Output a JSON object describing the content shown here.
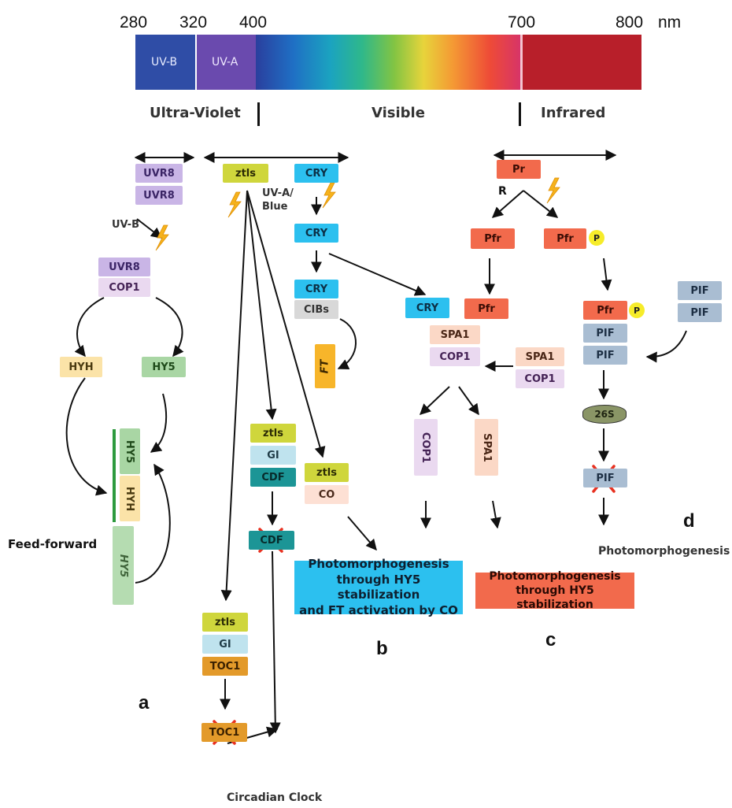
{
  "spectrum": {
    "wavelengths": [
      "280",
      "320",
      "400",
      "700",
      "800"
    ],
    "unit": "nm",
    "bands": {
      "uvb": "UV-B",
      "uva": "UV-A"
    },
    "regions": {
      "uv": "Ultra-Violet",
      "visible": "Visible",
      "infrared": "Infrared"
    }
  },
  "panel_a": {
    "label": "a",
    "uvr8_dimer": [
      "UVR8",
      "UVR8"
    ],
    "uvb_label": "UV-B",
    "complex": [
      "UVR8",
      "COP1"
    ],
    "hyh": "HYH",
    "hy5": "HY5",
    "stack": [
      "HY5",
      "HYH"
    ],
    "hy5_bottom": "HY5",
    "feed_forward": "Feed-forward"
  },
  "panel_b": {
    "label": "b",
    "ztls": "ztls",
    "cry": "CRY",
    "uva_blue": "UV-A/\nBlue",
    "cry_active": "CRY",
    "cry_cibs": [
      "CRY",
      "CIBs"
    ],
    "ft": "FT",
    "ztls_gi_cdf": [
      "ztls",
      "GI",
      "CDF"
    ],
    "ztls_co": [
      "ztls",
      "CO"
    ],
    "cdf_degraded": "CDF",
    "ztls_gi_toc1": [
      "ztls",
      "GI",
      "TOC1"
    ],
    "toc1_degraded": "TOC1",
    "circadian": "Circadian Clock",
    "cry_mid": "CRY",
    "outcome": "Photomorphogenesis\nthrough HY5 stabilization\nand FT activation by CO"
  },
  "panel_c": {
    "label": "c",
    "pfr_mid": "Pfr",
    "spa_cop": [
      "SPA1",
      "COP1"
    ],
    "spa_cop_side": [
      "SPA1",
      "COP1"
    ],
    "cop1": "COP1",
    "spa1": "SPA1",
    "outcome": "Photomorphogenesis\nthrough HY5 stabilization"
  },
  "panel_d": {
    "label": "d",
    "pr": "Pr",
    "r": "R",
    "pfr": "Pfr",
    "pfr_p": "Pfr",
    "p": "P",
    "pfr_p_complex": "Pfr",
    "pif_pair": [
      "PIF",
      "PIF"
    ],
    "pif_side": [
      "PIF",
      "PIF"
    ],
    "proteasome": "26S",
    "pif_degraded": "PIF",
    "outcome": "Photomorphogenesis"
  }
}
